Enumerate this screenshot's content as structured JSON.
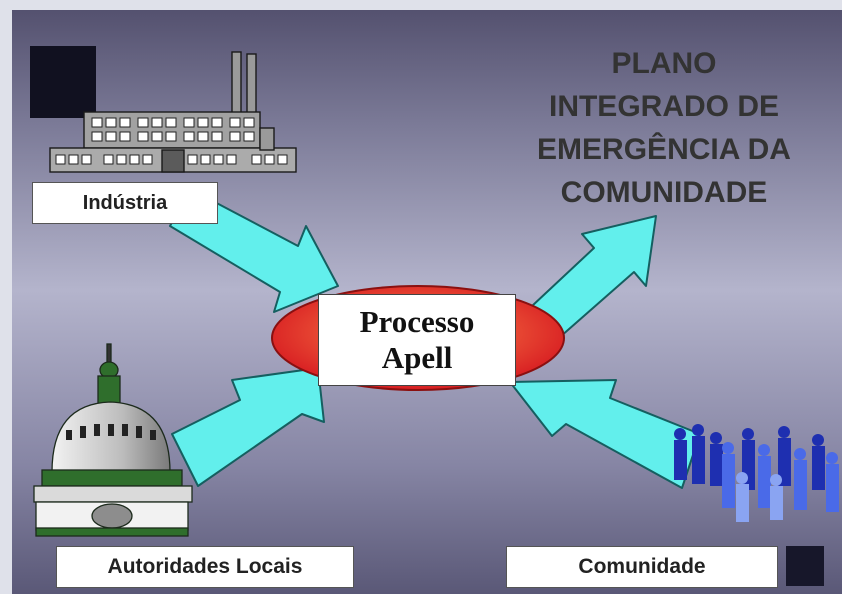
{
  "title_lines": [
    "PLANO",
    "INTEGRADO DE",
    "EMERGÊNCIA DA",
    "COMUNIDADE"
  ],
  "center": {
    "line1": "Processo",
    "line2": "Apell"
  },
  "nodes": {
    "industria": "Indústria",
    "autoridades": "Autoridades Locais",
    "comunidade": "Comunidade"
  },
  "icons": [
    "factory-icon",
    "capitol-dome-icon",
    "crowd-icon"
  ],
  "colors": {
    "arrow": "#62efec",
    "ellipse": "#e8202a",
    "background_top": "#54516f",
    "background_mid": "#b4b4cc"
  }
}
